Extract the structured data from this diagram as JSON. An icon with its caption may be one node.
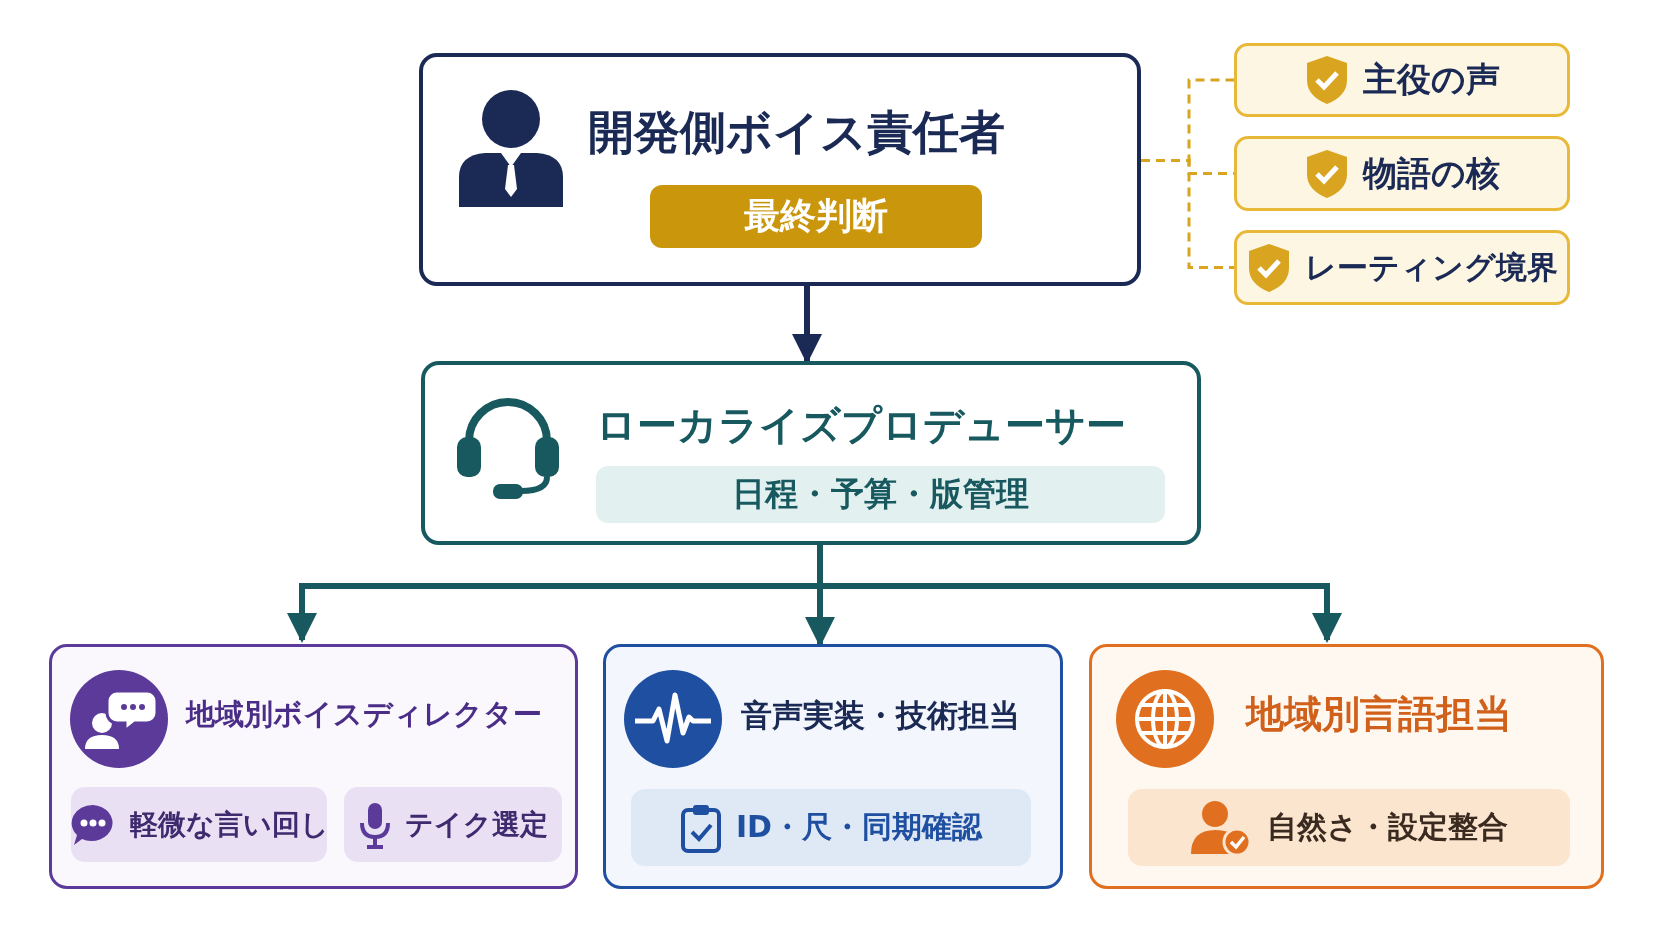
{
  "diagram": {
    "nodes": [
      {
        "text": [
          "開発側ボイス責任者"
        ]
      },
      {
        "text": [
          "最終判断"
        ],
        "in": 0
      },
      {
        "text": [
          "主役の声"
        ]
      },
      {
        "text": [
          "物語の核"
        ]
      },
      {
        "text": [
          "レーティング境界"
        ]
      },
      {
        "text": [
          "ローカライズプロデューサー"
        ]
      },
      {
        "text": [
          "日程・予算・版管理"
        ],
        "in": 5
      },
      {
        "text": [
          "地域別ボイスディレクター"
        ]
      },
      {
        "text": [
          "軽微な言い回し"
        ],
        "in": 7
      },
      {
        "text": [
          "テイク選定"
        ],
        "in": 7
      },
      {
        "text": [
          "音声実装・技術担当"
        ]
      },
      {
        "text": [
          "ID・尺・同期確認"
        ],
        "in": 10
      },
      {
        "text": [
          "地域別言語担当"
        ]
      },
      {
        "text": [
          "自然さ・設定整合"
        ],
        "in": 12
      }
    ],
    "edges": [
      {
        "from": 0,
        "to": 2,
        "arrow": "none",
        "style": "dashed",
        "color": "#d9a520"
      },
      {
        "from": 0,
        "to": 3,
        "arrow": "none",
        "style": "dashed",
        "color": "#d9a520"
      },
      {
        "from": 0,
        "to": 4,
        "arrow": "none",
        "style": "dashed",
        "color": "#d9a520"
      },
      {
        "from": 0,
        "to": 5,
        "arrow": "to",
        "color": "#1b2a55"
      },
      {
        "from": 5,
        "to": 7,
        "arrow": "to",
        "color": "#17595e"
      },
      {
        "from": 5,
        "to": 10,
        "arrow": "to",
        "color": "#17595e"
      },
      {
        "from": 5,
        "to": 12,
        "arrow": "to",
        "color": "#17595e"
      }
    ]
  }
}
